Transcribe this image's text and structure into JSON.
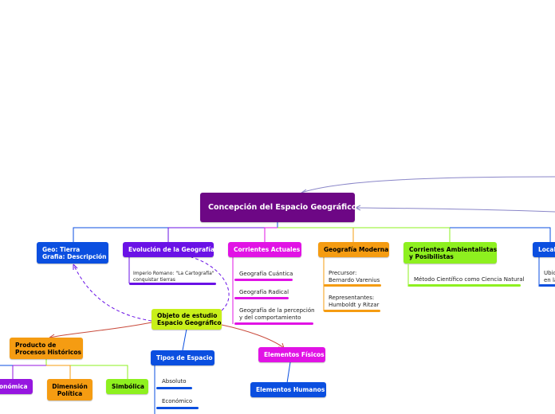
{
  "diagram": {
    "root": "Concepción del Espacio Geográfico",
    "topics": {
      "geo": "Geo: Tierra\nGrafia: Descripción",
      "evolucion": "Evolución de la Geografía",
      "corrientes": "Corrientes Actuales",
      "moderna": "Geografía Moderna",
      "ambientalistas": "Corrientes Ambientalistas\ny Posibilistas",
      "local": "Local",
      "objeto": "Objeto de estudio\nEspacio Geográfico",
      "producto": "Producto de\nProcesos Históricos",
      "tipos": "Tipos de Espacio",
      "fisicos": "Elementos Físicos",
      "humanos": "Elementos Humanos",
      "economica": "onómica",
      "politica": "Dimensión\nPolítica",
      "simbolica": "Simbólica"
    },
    "leaves": {
      "imperio": "Imperio Romano: \"La Cartografía\"\nconquistar tierras",
      "cuantica": "Geografía Cuántica",
      "radical": "Geografía Radical",
      "percepcion": "Geografía de la percepción\ny del comportamiento",
      "precursor": "Precursor:\nBernardo Varenius",
      "representantes": "Representantes:\nHumboldt y Ritzar",
      "metodo": "Método Científico como Ciencia Natural",
      "ubic": "Ubic\nen la",
      "absoluto": "Absoluto",
      "economico": "Económico"
    }
  },
  "colors": {
    "root": "#6d0785",
    "blue": "#0b4fe0",
    "violet": "#6a12e6",
    "magenta": "#e113e5",
    "orange": "#f59c12",
    "green": "#8ef01f",
    "lime": "#c8f01a",
    "purple": "#9616e0",
    "curve": "#8a86c8",
    "red": "#c94b3c"
  }
}
